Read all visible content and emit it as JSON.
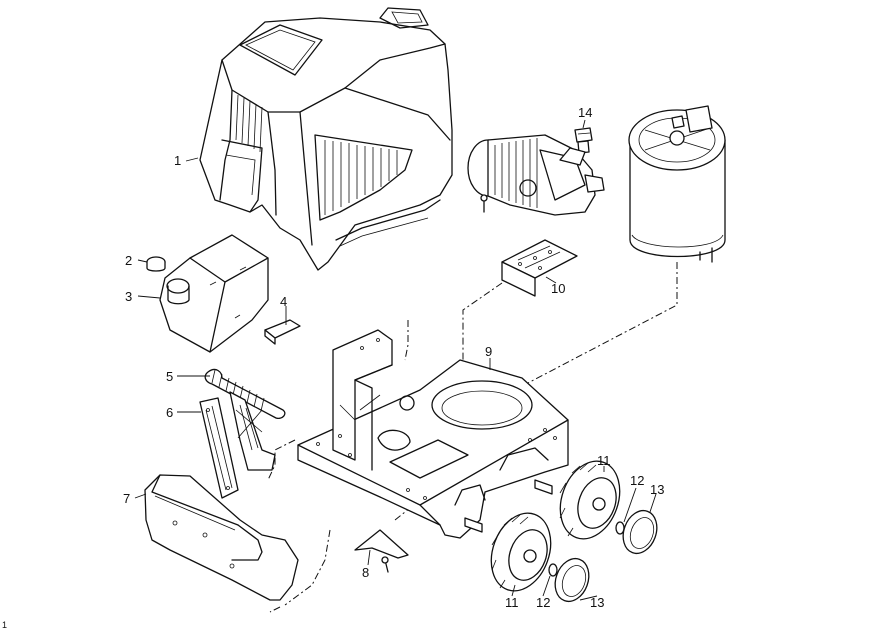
{
  "callouts": {
    "c1": "1",
    "c2": "2",
    "c3": "3",
    "c4": "4",
    "c5": "5",
    "c6": "6",
    "c7": "7",
    "c8": "8",
    "c9": "9",
    "c10": "10",
    "c11a": "11",
    "c11b": "11",
    "c12a": "12",
    "c12b": "12",
    "c13a": "13",
    "c13b": "13",
    "c14": "14"
  },
  "corner_mark": "1",
  "colors": {
    "line": "#111111",
    "background": "#ffffff"
  }
}
